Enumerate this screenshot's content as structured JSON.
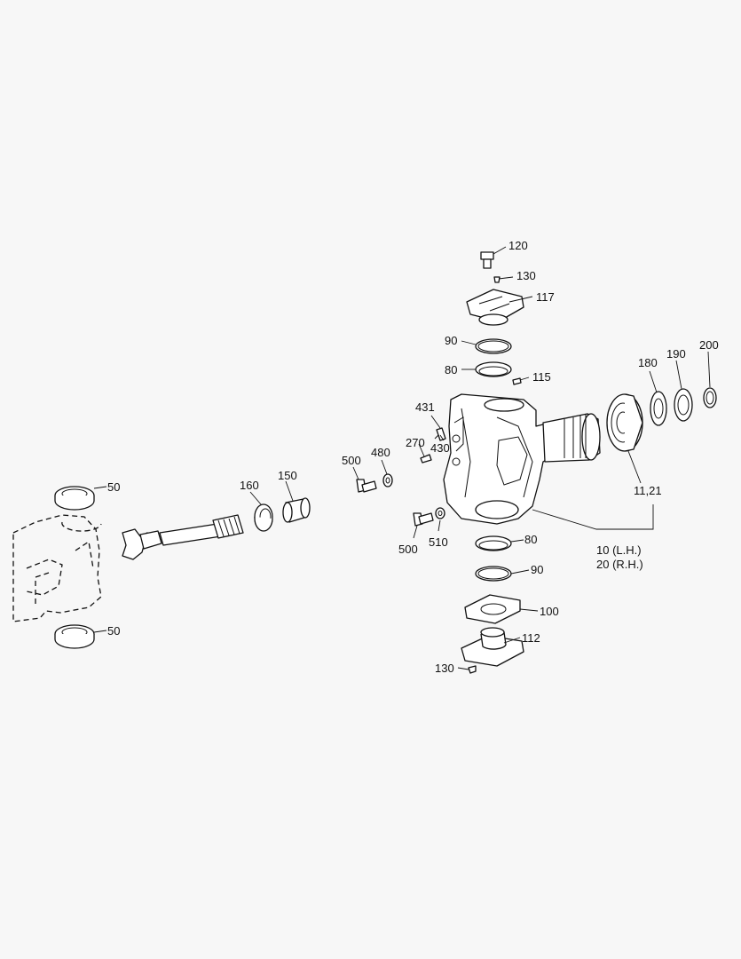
{
  "diagram": {
    "callouts": [
      {
        "id": "c120",
        "text": "120"
      },
      {
        "id": "c130a",
        "text": "130"
      },
      {
        "id": "c117",
        "text": "117"
      },
      {
        "id": "c90a",
        "text": "90"
      },
      {
        "id": "c80a",
        "text": "80"
      },
      {
        "id": "c115",
        "text": "115"
      },
      {
        "id": "c180",
        "text": "180"
      },
      {
        "id": "c190",
        "text": "190"
      },
      {
        "id": "c200",
        "text": "200"
      },
      {
        "id": "c431",
        "text": "431"
      },
      {
        "id": "c270",
        "text": "270"
      },
      {
        "id": "c430",
        "text": "430"
      },
      {
        "id": "c500a",
        "text": "500"
      },
      {
        "id": "c480",
        "text": "480"
      },
      {
        "id": "c160",
        "text": "160"
      },
      {
        "id": "c150",
        "text": "150"
      },
      {
        "id": "c50a",
        "text": "50"
      },
      {
        "id": "c50b",
        "text": "50"
      },
      {
        "id": "c1121",
        "text": "11,21"
      },
      {
        "id": "c10",
        "text": "10 (L.H.)"
      },
      {
        "id": "c20",
        "text": "20 (R.H.)"
      },
      {
        "id": "c500b",
        "text": "500"
      },
      {
        "id": "c510",
        "text": "510"
      },
      {
        "id": "c80b",
        "text": "80"
      },
      {
        "id": "c90b",
        "text": "90"
      },
      {
        "id": "c100",
        "text": "100"
      },
      {
        "id": "c112",
        "text": "112"
      },
      {
        "id": "c130b",
        "text": "130"
      }
    ]
  }
}
